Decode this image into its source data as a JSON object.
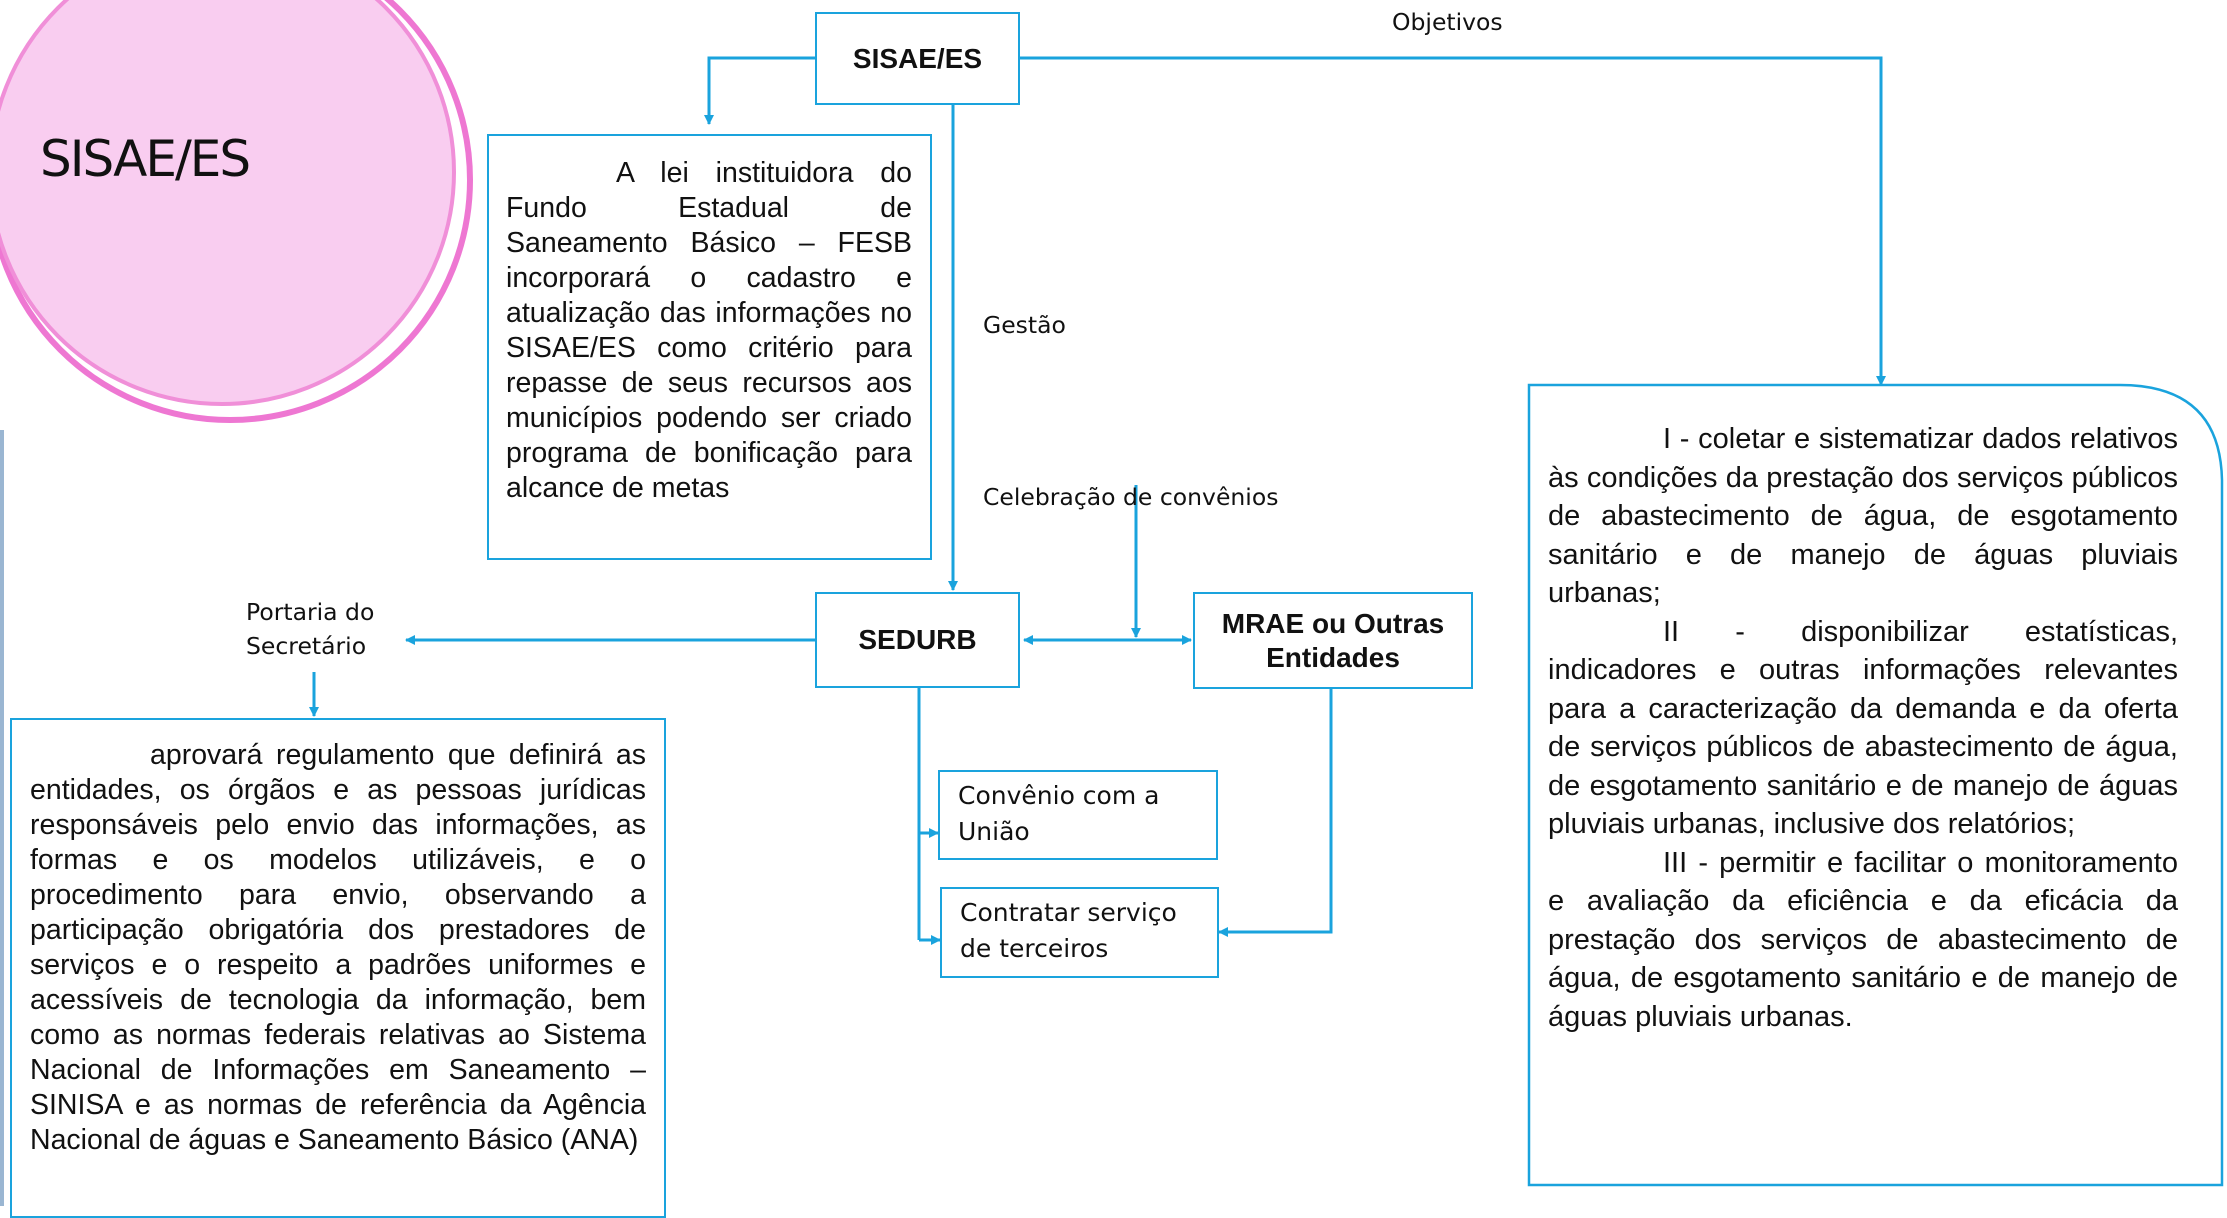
{
  "title": "SISAE/ES",
  "boxes": {
    "sisae": "SISAE/ES",
    "lei_text": "A lei instituidora do Fundo Estadual de Saneamento Básico – FESB incorporará o cadastro e atualização das informações no SISAE/ES como critério para repasse de seus recursos aos municípios podendo ser criado programa de bonificação para alcance de metas",
    "sedurb": "SEDURB",
    "mrae": "MRAE ou Outras Entidades",
    "convenio_uniao": "Convênio com a União",
    "contratar": "Contratar serviço de terceiros",
    "portaria_text": "aprovará regulamento que definirá as entidades, os órgãos e as pessoas jurídicas responsáveis pelo envio das informações, as formas e os modelos utilizáveis, e o procedimento para envio, observando a participação obrigatória dos prestadores de serviços e o respeito a padrões uniformes e acessíveis de tecnologia da informação, bem como as normas federais relativas ao Sistema Nacional de Informações em Saneamento – SINISA e as normas de referência da Agência Nacional de águas e Saneamento Básico (ANA)",
    "objetivos_1": "I - coletar e sistematizar dados relativos às condições da prestação dos serviços públicos de abastecimento de água, de esgotamento sanitário e de manejo de águas pluviais urbanas;",
    "objetivos_2": "II - disponibilizar estatísticas, indicadores e outras informações relevantes para a caracterização da demanda e da oferta de serviços públicos de abastecimento de água, de esgotamento sanitário e de manejo de águas pluviais urbanas, inclusive dos relatórios;",
    "objetivos_3": "III - permitir e facilitar o monitoramento e avaliação da eficiência e da eficácia da prestação dos serviços de abastecimento de água, de esgotamento sanitário e de manejo de águas pluviais urbanas."
  },
  "labels": {
    "objetivos": "Objetivos",
    "gestao": "Gestão",
    "celebracao": "Celebração de convênios",
    "portaria_1": "Portaria do",
    "portaria_2": "Secretário"
  },
  "colors": {
    "line": "#1aa3dd",
    "circle_fill": "#f9cdf0",
    "circle_ring": "#ee77d2",
    "left_bar": "#9ab6d2"
  }
}
